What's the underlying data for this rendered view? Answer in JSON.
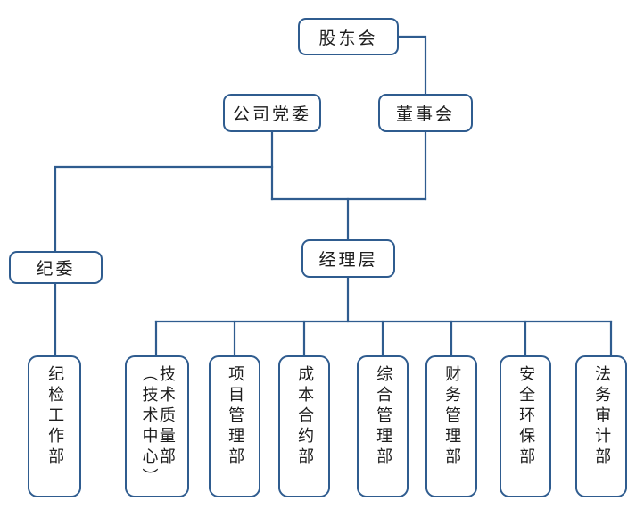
{
  "diagram": {
    "title_text": "",
    "accent_color": "#2f5c8f",
    "background_color": "#ffffff",
    "text_color": "#1d1d1d"
  },
  "nodes": {
    "shareholders": {
      "label": "股东会"
    },
    "party_committee": {
      "label": "公司党委"
    },
    "board": {
      "label": "董事会"
    },
    "discipline_commission": {
      "label": "纪委"
    },
    "management": {
      "label": "经理层"
    }
  },
  "departments": [
    {
      "label": "纪检工作部"
    },
    {
      "label": "技术质量部",
      "label_secondary": "（技术中心）"
    },
    {
      "label": "项目管理部"
    },
    {
      "label": "成本合约部"
    },
    {
      "label": "综合管理部"
    },
    {
      "label": "财务管理部"
    },
    {
      "label": "安全环保部"
    },
    {
      "label": "法务审计部"
    }
  ]
}
